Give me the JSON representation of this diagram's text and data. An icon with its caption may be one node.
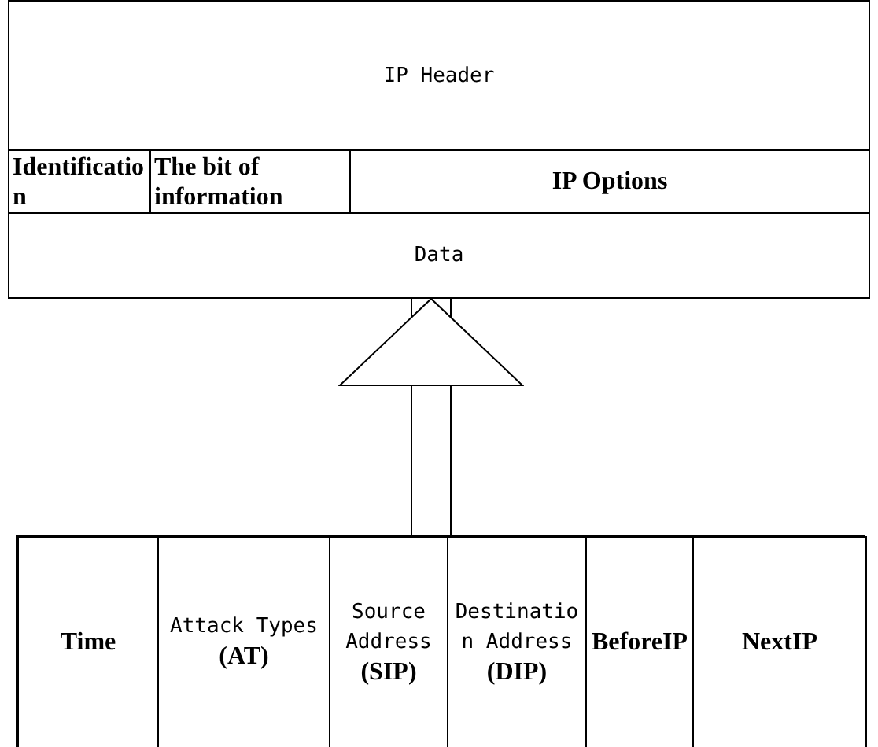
{
  "diagram": {
    "nodes": [
      {
        "text": [
          "IP Header"
        ]
      },
      {
        "text": [
          "Identification"
        ]
      },
      {
        "text": [
          "The bit of information"
        ]
      },
      {
        "text": [
          "IP Options"
        ]
      },
      {
        "text": [
          "Data"
        ]
      },
      {
        "text": [],
        "shape": "box"
      },
      {
        "text": [
          "Time"
        ],
        "in": 5
      },
      {
        "text": [
          "Attack Types **(AT)**"
        ],
        "in": 5
      },
      {
        "text": [
          "Source Address **(SIP)**"
        ],
        "in": 5
      },
      {
        "text": [
          "Destination Address **(DIP)**"
        ],
        "in": 5
      },
      {
        "text": [
          "BeforeIP"
        ],
        "in": 5
      },
      {
        "text": [
          "NextIP"
        ],
        "in": 5
      }
    ],
    "edges": [
      {
        "from": 5,
        "to": 4,
        "arrow": "to"
      }
    ]
  }
}
